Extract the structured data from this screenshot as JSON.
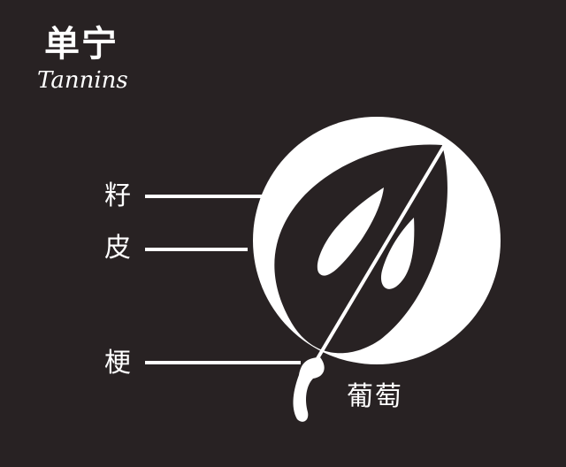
{
  "title": {
    "chinese": "单宁",
    "english": "Tannins"
  },
  "labels": {
    "seed": "籽",
    "skin": "皮",
    "stem": "梗",
    "grape": "葡萄"
  },
  "colors": {
    "background": "#282223",
    "foreground": "#ffffff"
  }
}
